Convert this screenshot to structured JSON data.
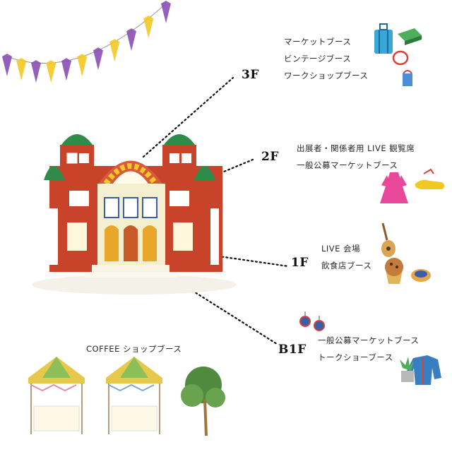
{
  "floors": [
    {
      "id": "3F",
      "label": "3F",
      "booths": [
        "マーケットブース",
        "ビンテージブース",
        "ワークショップブース"
      ]
    },
    {
      "id": "2F",
      "label": "2F",
      "booths": [
        "出展者・関係者用 LIVE 観覧席",
        "一般公募マーケットブース"
      ]
    },
    {
      "id": "1F",
      "label": "1F",
      "booths": [
        "LIVE 会場",
        "飲食店ブース"
      ]
    },
    {
      "id": "B1F",
      "label": "B1F",
      "booths": [
        "一般公募マーケットブース",
        "トークショーブース"
      ]
    }
  ],
  "outdoor": {
    "coffee_label": "COFFEE ショップブース"
  },
  "colors": {
    "building_red": "#c9432b",
    "dome_green": "#2e8b4a",
    "window_blue": "#3a5fa8",
    "flag_yellow": "#f2c924",
    "flag_purple": "#8a4fb5",
    "tent_yellow": "#e6c84a",
    "tent_green": "#8cbf5a"
  }
}
